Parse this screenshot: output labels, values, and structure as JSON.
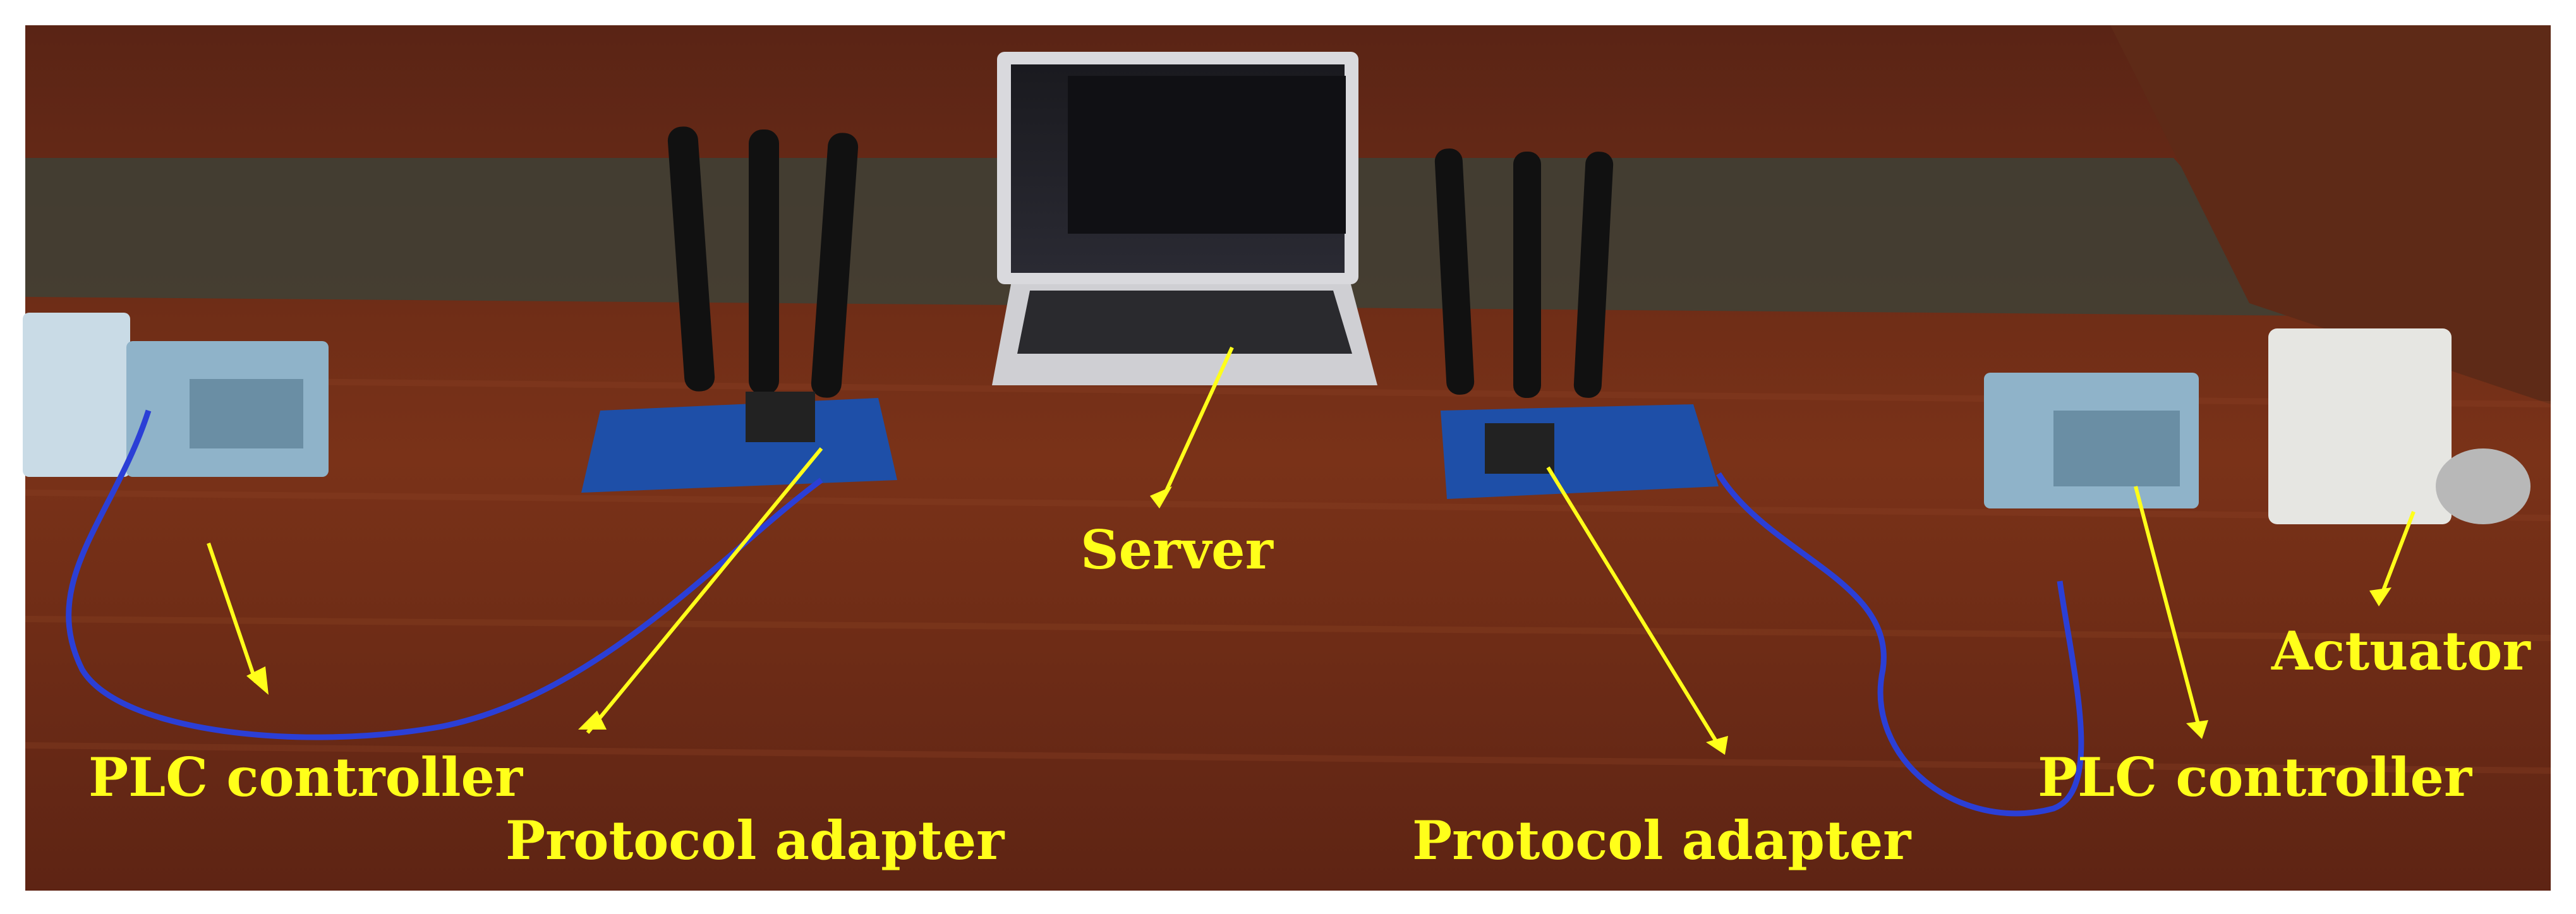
{
  "labels": {
    "plc_left": "PLC controller",
    "adapter_left": "Protocol adapter",
    "server": "Server",
    "adapter_right": "Protocol adapter",
    "plc_right": "PLC controller",
    "actuator": "Actuator"
  },
  "colors": {
    "label_text": "#ffff1a",
    "arrows": "#ffff1a",
    "cable": "#2b3fd6",
    "table": "#6b2a16",
    "board": "#1e4fa8",
    "antenna": "#111111",
    "plc_housing": "#8fb3c9"
  }
}
